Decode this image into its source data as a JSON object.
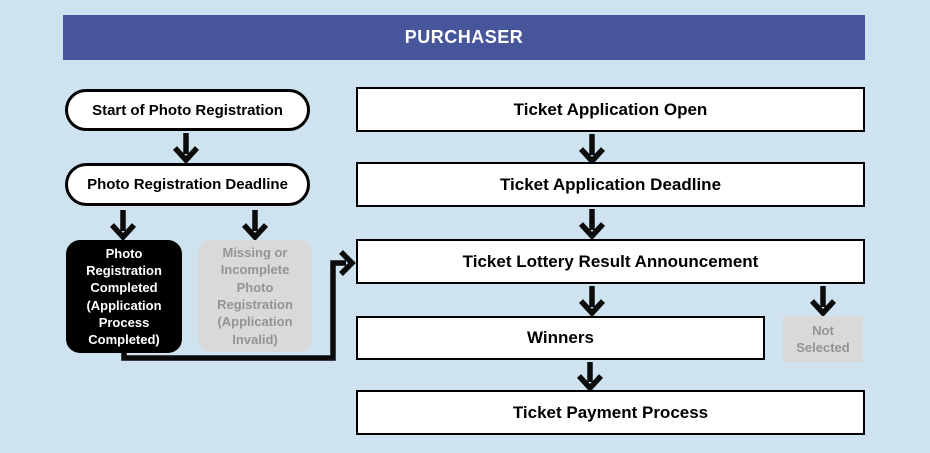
{
  "header": {
    "title": "PURCHASER"
  },
  "colors": {
    "background": "#CEE2EF",
    "header_bg": "#47559B",
    "gray_fill": "#D9D9D9",
    "gray_text": "#949494",
    "line": "#0B0B0B"
  },
  "photo_track": {
    "start": "Start of Photo Registration",
    "deadline": "Photo Registration Deadline",
    "completed": "Photo\nRegistration\nCompleted\n(Application\nProcess\nCompleted)",
    "invalid": "Missing or\nIncomplete\nPhoto\nRegistration\n(Application\nInvalid)"
  },
  "ticket_track": {
    "open": "Ticket Application Open",
    "deadline": "Ticket Application Deadline",
    "lottery": "Ticket Lottery Result Announcement",
    "winners": "Winners",
    "not_selected": "Not\nSelected",
    "payment": "Ticket Payment Process"
  }
}
